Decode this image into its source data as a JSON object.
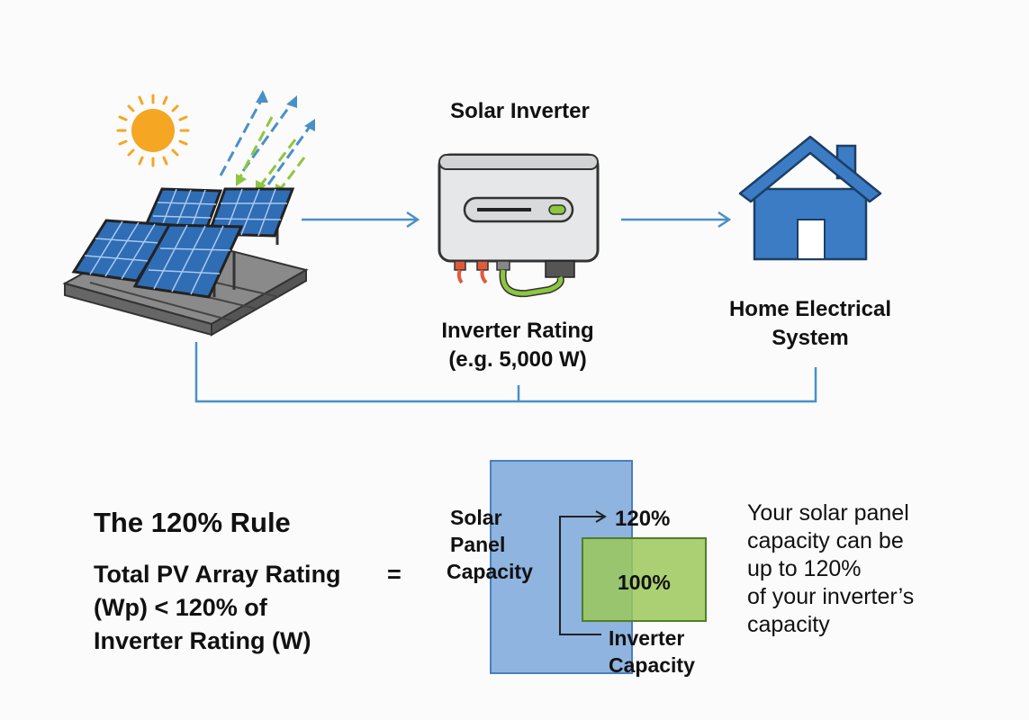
{
  "diagram": {
    "inverter_title": "Solar Inverter",
    "inverter_rating_line1": "Inverter Rating",
    "inverter_rating_line2": "(e.g. 5,000 W)",
    "home_label_line1": "Home Electrical",
    "home_label_line2": "System"
  },
  "rule": {
    "title": "The 120% Rule",
    "formula_line1": "Total PV Array Rating",
    "equals_sign": "=",
    "formula_line2": "(Wp) < 120% of",
    "formula_line3": "Inverter Rating (W)"
  },
  "comparison": {
    "solar_label_line1": "Solar",
    "solar_label_line2": "Panel",
    "solar_label_line3": "Capacity",
    "pct_120": "120%",
    "pct_100": "100%",
    "inverter_label_line1": "Inverter",
    "inverter_label_line2": "Capacity",
    "solar_ratio_pct": 120,
    "inverter_ratio_pct": 100
  },
  "description": {
    "line1": "Your solar panel",
    "line2": "capacity can be",
    "line3": "up to 120%",
    "line4": "of your inverter’s",
    "line5": "capacity"
  },
  "colors": {
    "sun": "#f5a623",
    "arrow_blue": "#4a90c8",
    "arrow_green": "#8dc63f",
    "panel_blue": "#2f6db5",
    "house_blue": "#3b7cc4",
    "solar_box": "#8fb4e0",
    "inverter_box": "#9bc85a"
  }
}
